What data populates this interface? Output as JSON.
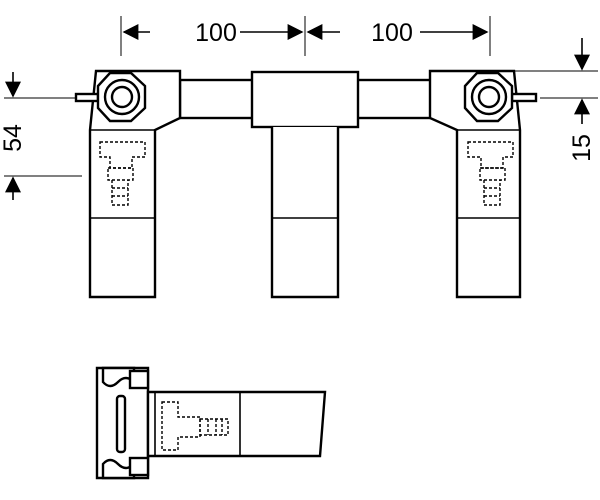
{
  "dimensions": {
    "top_left": "100",
    "top_right": "100",
    "left_vertical": "54",
    "right_vertical": "15"
  }
}
